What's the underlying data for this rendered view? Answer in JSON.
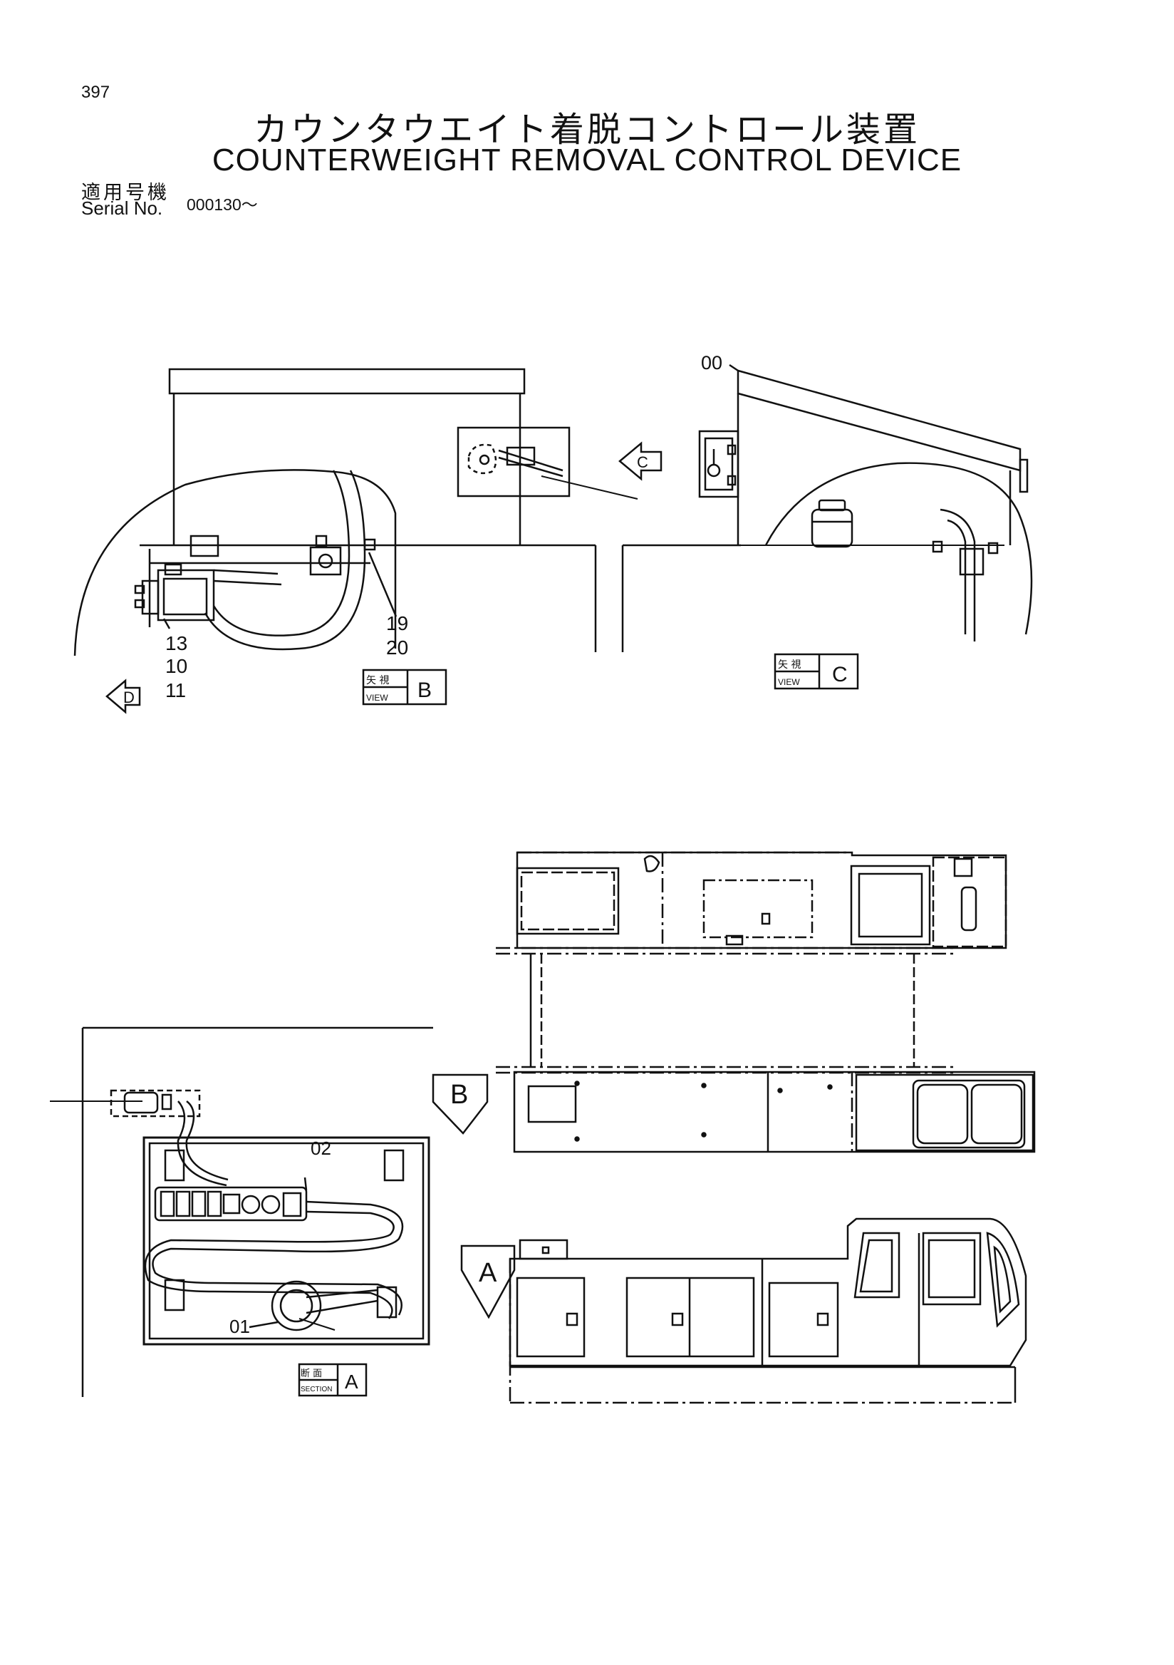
{
  "page": {
    "number": "397",
    "title_jp": "カウンタウエイト着脱コントロール装置",
    "title_en": "COUNTERWEIGHT REMOVAL CONTROL DEVICE",
    "serial_label_jp": "適用号機",
    "serial_label_en": "Serial No.",
    "serial_value": "000130～"
  },
  "callouts": {
    "p00": "00",
    "p01": "01",
    "p02": "02",
    "p10": "10",
    "p11": "11",
    "p13": "13",
    "p19": "19",
    "p20": "20"
  },
  "view_labels": {
    "view_jp": "矢 視",
    "view_en": "VIEW",
    "section_jp": "断 面",
    "section_en": "SECTION",
    "view_b": "B",
    "view_c": "C",
    "section_a": "A"
  },
  "arrows": {
    "c": "C",
    "d": "D",
    "b": "B",
    "a": "A"
  }
}
